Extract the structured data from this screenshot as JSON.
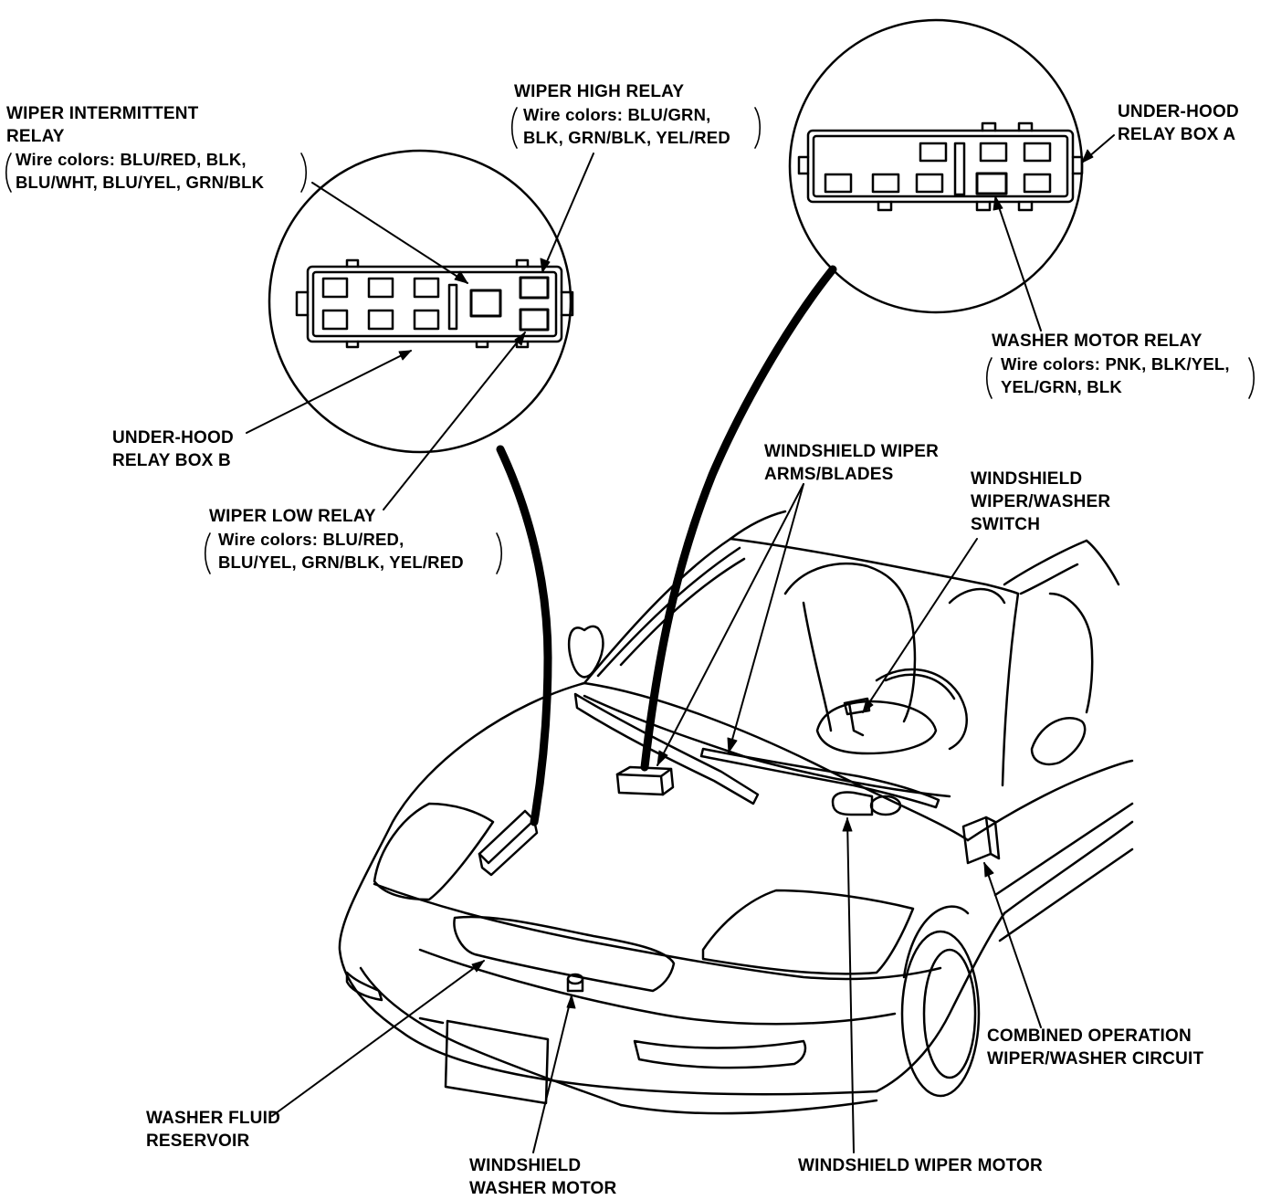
{
  "diagram": {
    "labels": {
      "wiper_intermittent_relay": {
        "name": [
          "WIPER INTERMITTENT",
          "RELAY"
        ],
        "wires": [
          "Wire colors: BLU/RED, BLK,",
          "BLU/WHT, BLU/YEL, GRN/BLK"
        ]
      },
      "wiper_high_relay": {
        "name": [
          "WIPER HIGH RELAY"
        ],
        "wires": [
          "Wire colors: BLU/GRN,",
          "BLK, GRN/BLK, YEL/RED"
        ]
      },
      "under_hood_relay_box_a": {
        "name": [
          "UNDER-HOOD",
          "RELAY BOX A"
        ]
      },
      "washer_motor_relay": {
        "name": [
          "WASHER MOTOR RELAY"
        ],
        "wires": [
          "Wire colors: PNK, BLK/YEL,",
          "YEL/GRN, BLK"
        ]
      },
      "under_hood_relay_box_b": {
        "name": [
          "UNDER-HOOD",
          "RELAY BOX B"
        ]
      },
      "wiper_low_relay": {
        "name": [
          "WIPER LOW RELAY"
        ],
        "wires": [
          "Wire colors: BLU/RED,",
          "BLU/YEL, GRN/BLK, YEL/RED"
        ]
      },
      "windshield_wiper_arms_blades": {
        "name": [
          "WINDSHIELD WIPER",
          "ARMS/BLADES"
        ]
      },
      "windshield_wiper_washer_switch": {
        "name": [
          "WINDSHIELD",
          "WIPER/WASHER",
          "SWITCH"
        ]
      },
      "combined_operation_circuit": {
        "name": [
          "COMBINED OPERATION",
          "WIPER/WASHER CIRCUIT"
        ]
      },
      "washer_fluid_reservoir": {
        "name": [
          "WASHER FLUID",
          "RESERVOIR"
        ]
      },
      "windshield_washer_motor": {
        "name": [
          "WINDSHIELD",
          "WASHER MOTOR"
        ]
      },
      "windshield_wiper_motor": {
        "name": [
          "WINDSHIELD WIPER MOTOR"
        ]
      }
    }
  }
}
